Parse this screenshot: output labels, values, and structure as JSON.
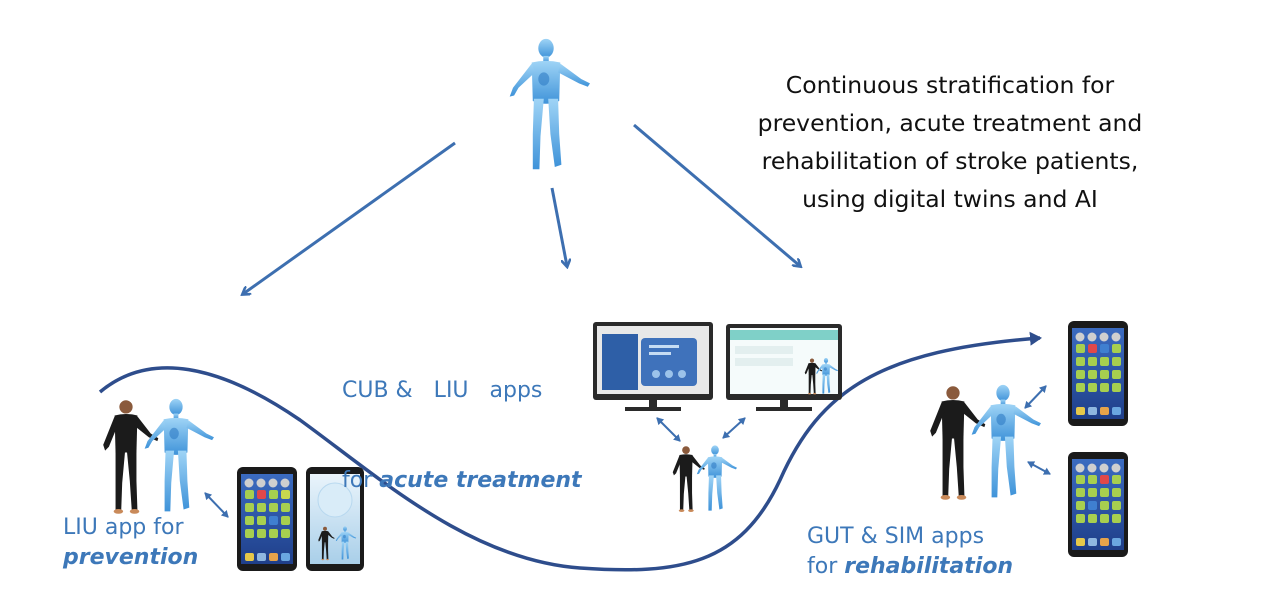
{
  "headline": {
    "line1": "Continuous stratification for",
    "line2": "prevention, acute treatment and",
    "line3": "rehabilitation of stroke patients,",
    "line4": "using digital twins and AI"
  },
  "labels": {
    "prevention": {
      "line1": "LIU app for",
      "line2_bold": "prevention"
    },
    "acute": {
      "line1": "CUB &   LIU   apps",
      "line2_prefix": "for ",
      "line2_bold": "acute treatment"
    },
    "rehab": {
      "line1": "GUT & SIM apps",
      "line2_prefix": "for ",
      "line2_bold": "rehabilitation"
    }
  },
  "colors": {
    "arrow": "#3d6fb0",
    "curve": "#2e4d8c",
    "label_text": "#3d78b9",
    "twin": "#5aa9e6",
    "patient": "#1b1b1b"
  }
}
